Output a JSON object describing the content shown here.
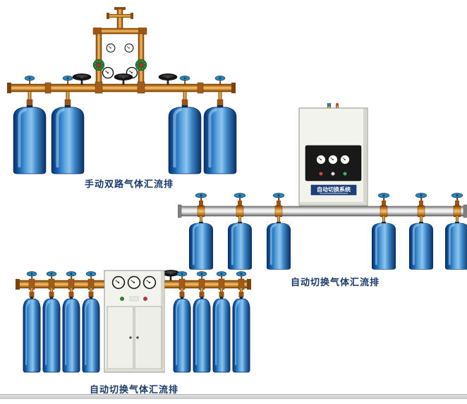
{
  "page": {
    "background": "#ffffff",
    "caption_color": "#1b3a6b"
  },
  "products": [
    {
      "id": "manual-dual-gas-manifold",
      "caption": "手动双路气体汇流排"
    },
    {
      "id": "auto-switch-gas-manifold-1",
      "caption": "自动切换气体汇流排"
    },
    {
      "id": "auto-switch-gas-manifold-2",
      "caption": "自动切换气体汇流排"
    }
  ],
  "cabinet": {
    "label": "自动切换系统"
  },
  "colors": {
    "brass": "#bb741f",
    "cylinder_blue": "#1767b8",
    "aluminum_pipe": "#c9c9c9",
    "handwheel_blue": "#2f86b8",
    "cabinet_body": "#f3f3ee",
    "label_plate_blue": "#1e3f7d"
  }
}
